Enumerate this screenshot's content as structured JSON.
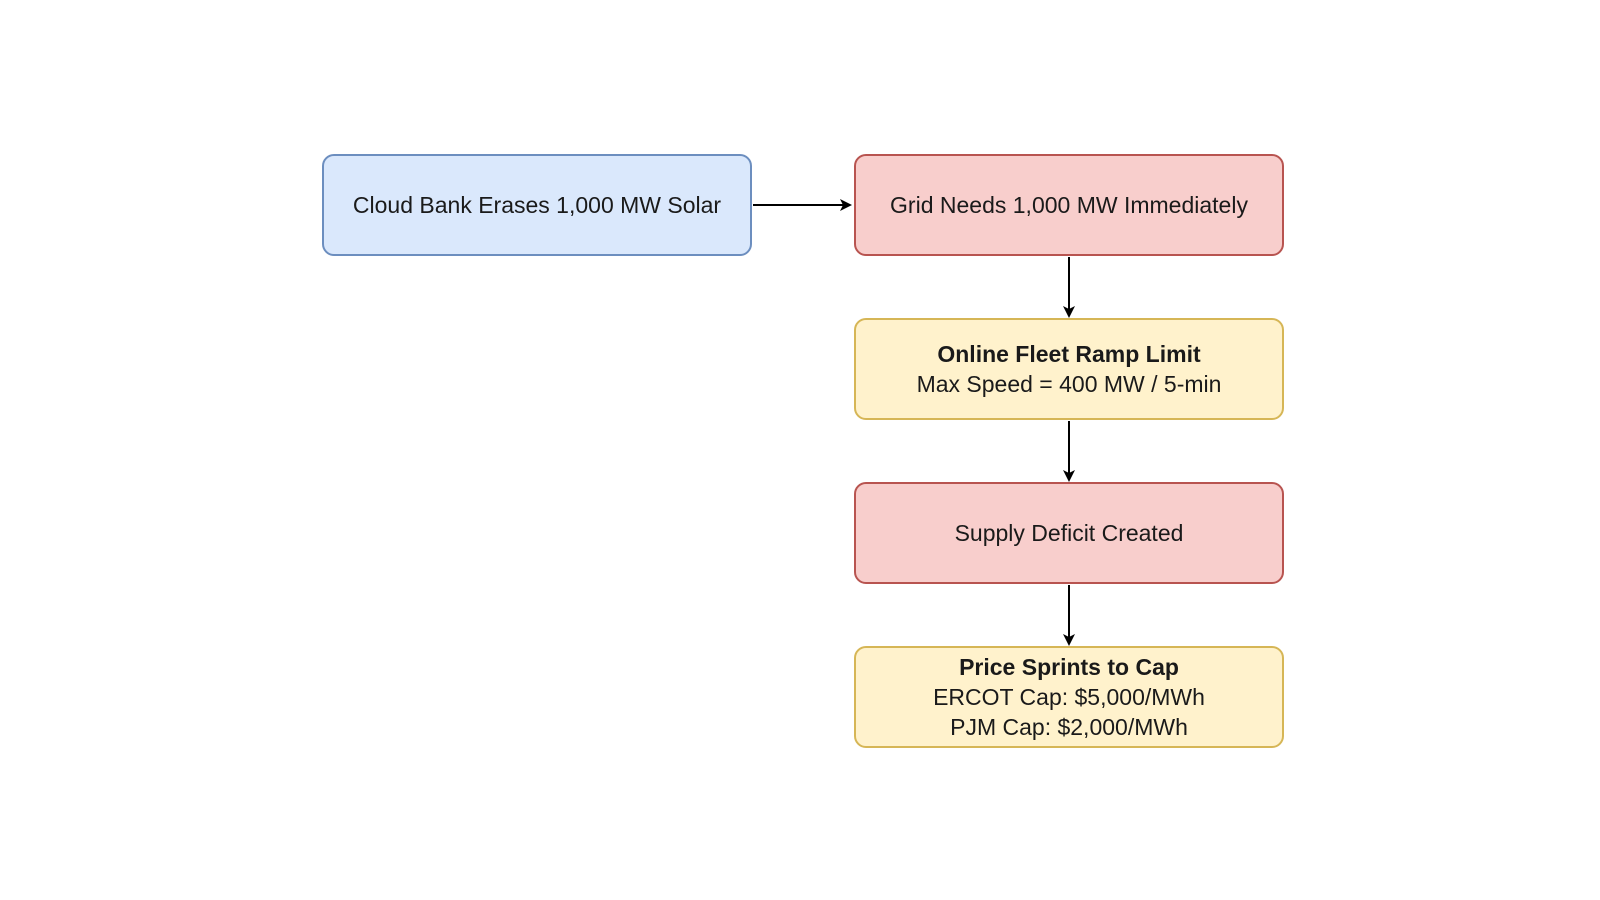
{
  "nodes": {
    "cloud_bank": {
      "text": "Cloud Bank Erases 1,000 MW Solar",
      "fill": "#dae8fc",
      "stroke": "#6c8ebf"
    },
    "grid_needs": {
      "text": "Grid Needs 1,000 MW Immediately",
      "fill": "#f8cecc",
      "stroke": "#b85450"
    },
    "ramp_limit": {
      "title": "Online Fleet Ramp Limit",
      "line1": "Max Speed = 400 MW / 5-min",
      "fill": "#fff2cc",
      "stroke": "#d6b656"
    },
    "supply_deficit": {
      "text": "Supply Deficit Created",
      "fill": "#f8cecc",
      "stroke": "#b85450"
    },
    "price_sprints": {
      "title": "Price Sprints to Cap",
      "line1": "ERCOT Cap: $5,000/MWh",
      "line2": "PJM Cap: $2,000/MWh",
      "fill": "#fff2cc",
      "stroke": "#d6b656"
    }
  },
  "edges": [
    {
      "from": "cloud_bank",
      "to": "grid_needs"
    },
    {
      "from": "grid_needs",
      "to": "ramp_limit"
    },
    {
      "from": "ramp_limit",
      "to": "supply_deficit"
    },
    {
      "from": "supply_deficit",
      "to": "price_sprints"
    }
  ],
  "colors": {
    "edge": "#000000",
    "background": "#ffffff"
  }
}
